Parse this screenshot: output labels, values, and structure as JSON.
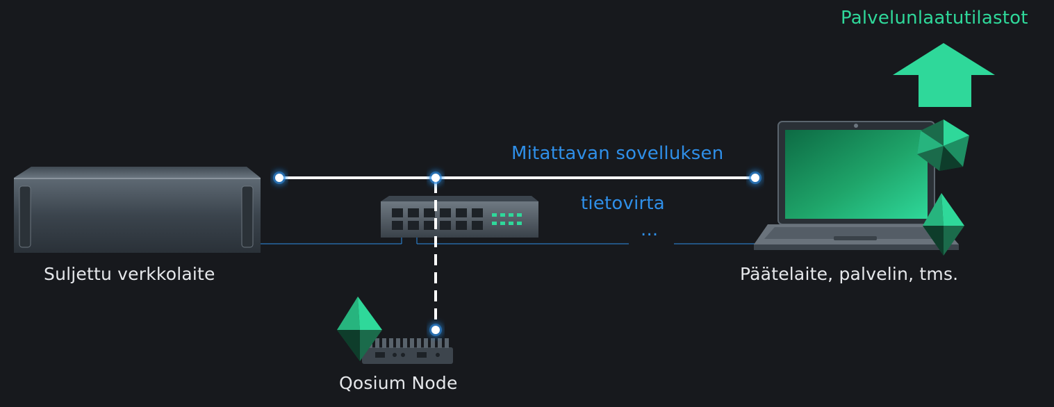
{
  "labels": {
    "closed_device": "Suljettu verkkolaite",
    "endpoint": "Päätelaite, palvelin, tms.",
    "node": "Qosium Node",
    "stream_line1": "Mitattavan sovelluksen",
    "stream_line2": "tietovirta",
    "ellipsis": "...",
    "qos_stats": "Palvelunlaatutilastot"
  },
  "colors": {
    "background": "#17191d",
    "accent_blue": "#2f8fe8",
    "accent_green": "#2fd89a",
    "line_white": "#ffffff"
  },
  "icons": {
    "closed_device": "rack-server-icon",
    "switch": "network-switch-icon",
    "endpoint": "laptop-icon",
    "node": "qosium-node-box-icon",
    "probe": "qosium-crystal-icon",
    "arrow": "arrow-up-icon"
  }
}
